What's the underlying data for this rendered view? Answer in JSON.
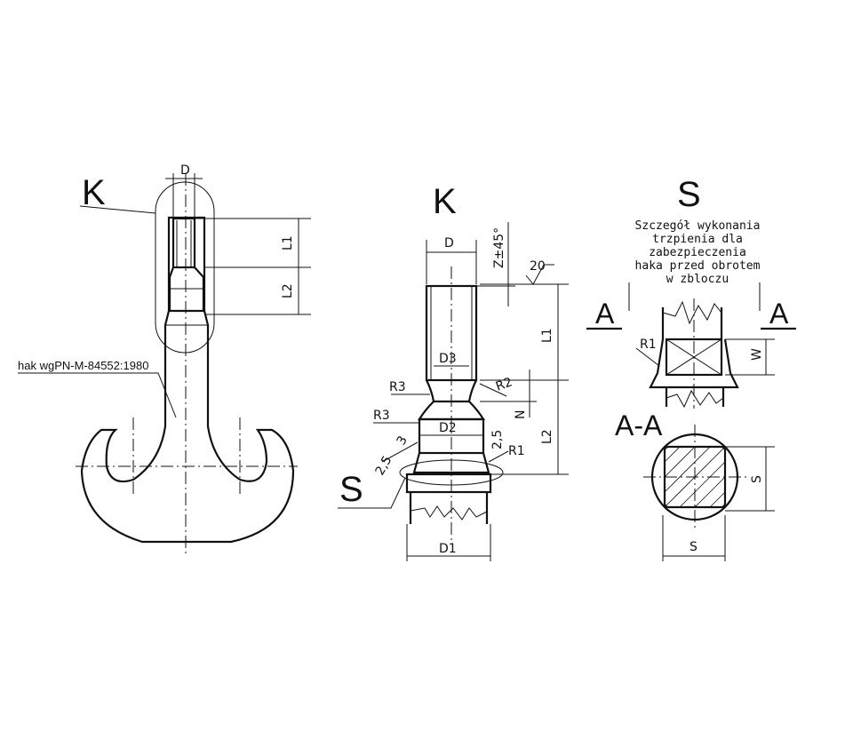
{
  "labels": {
    "K_left": "K",
    "K_mid": "K",
    "S_top": "S",
    "S_left": "S",
    "A_left": "A",
    "A_right": "A",
    "section": "A-A"
  },
  "standard": "hak wgPN-M-84552:1980",
  "note_lines": [
    "Szczegół wykonania",
    "trzpienia dla",
    "zabezpieczenia",
    "haka przed obrotem",
    "w zbloczu"
  ],
  "dims": {
    "D_left": "D",
    "L1_left": "L1",
    "L2_left": "L2",
    "D_mid": "D",
    "Z45": "Z±45°",
    "roughness": "20",
    "L1_mid": "L1",
    "L2_mid": "L2",
    "D3": "D3",
    "D2": "D2",
    "D1": "D1",
    "R3a": "R3",
    "R3b": "R3",
    "R2": "R2",
    "R1_mid": "R1",
    "N": "N",
    "v25a": "2,5",
    "v25b": "2,5",
    "v3": "3",
    "R1_detail": "R1",
    "W": "W",
    "S_vert": "S",
    "S_horiz": "S"
  }
}
